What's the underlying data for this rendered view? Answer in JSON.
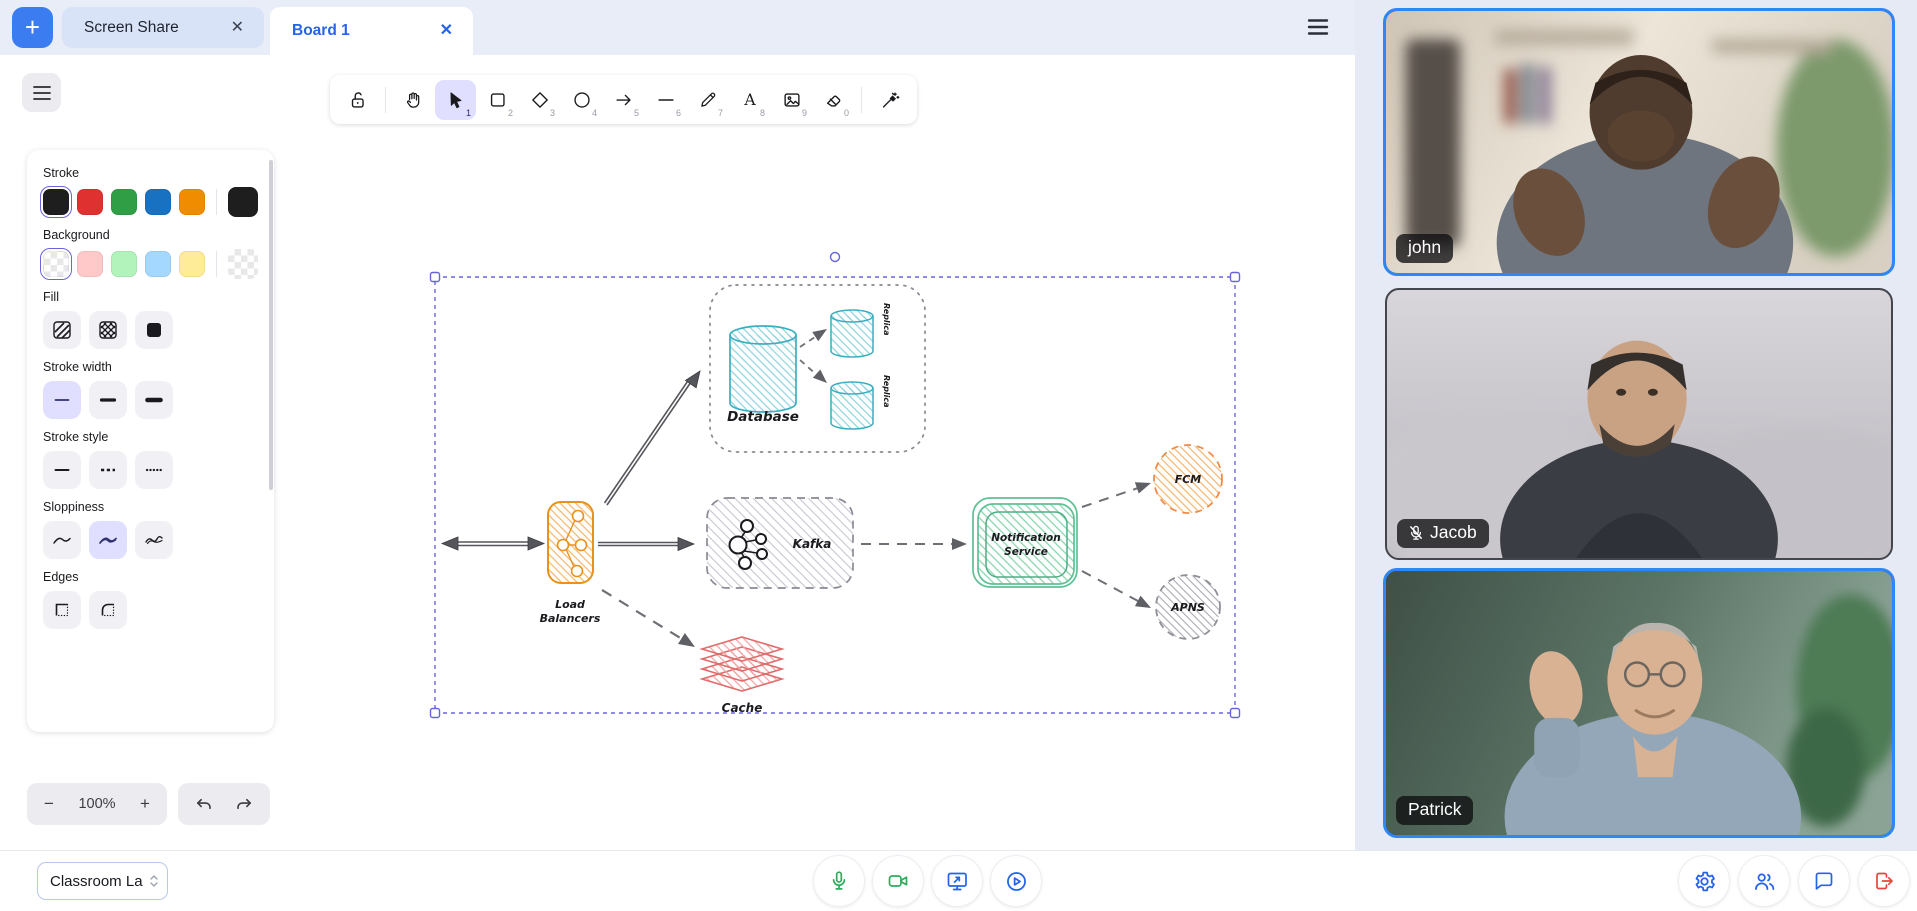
{
  "tab_bar": {
    "add_label": "+",
    "tabs": [
      {
        "label": "Screen Share",
        "close": "✕",
        "active": false
      },
      {
        "label": "Board 1",
        "close": "✕",
        "active": true
      }
    ]
  },
  "toolbar": {
    "tools": [
      {
        "id": "lock",
        "shortcut": ""
      },
      {
        "id": "hand",
        "shortcut": ""
      },
      {
        "id": "selection",
        "shortcut": "1",
        "active": true
      },
      {
        "id": "rectangle",
        "shortcut": "2"
      },
      {
        "id": "diamond",
        "shortcut": "3"
      },
      {
        "id": "ellipse",
        "shortcut": "4"
      },
      {
        "id": "arrow",
        "shortcut": "5"
      },
      {
        "id": "line",
        "shortcut": "6"
      },
      {
        "id": "draw",
        "shortcut": "7"
      },
      {
        "id": "text",
        "shortcut": "8"
      },
      {
        "id": "image",
        "shortcut": "9"
      },
      {
        "id": "eraser",
        "shortcut": "0"
      },
      {
        "id": "magic-wand",
        "shortcut": ""
      }
    ]
  },
  "side_panel": {
    "stroke": {
      "label": "Stroke",
      "colors": [
        "#1e1e1e",
        "#e03131",
        "#2f9e44",
        "#1971c2",
        "#f08c00"
      ],
      "current": "#1e1e1e"
    },
    "background": {
      "label": "Background",
      "colors": [
        "transparent",
        "#ffc9c9",
        "#b2f2bb",
        "#a5d8ff",
        "#ffec99"
      ],
      "current": "transparent"
    },
    "fill": {
      "label": "Fill",
      "options": [
        "hachure",
        "cross-hatch",
        "solid"
      ]
    },
    "stroke_width": {
      "label": "Stroke width",
      "options": [
        "thin",
        "bold",
        "extra-bold"
      ],
      "selected": "thin"
    },
    "stroke_style": {
      "label": "Stroke style",
      "options": [
        "solid",
        "dashed",
        "dotted"
      ]
    },
    "sloppiness": {
      "label": "Sloppiness",
      "options": [
        "architect",
        "artist",
        "cartoonist"
      ],
      "selected": "artist"
    },
    "edges": {
      "label": "Edges",
      "options": [
        "sharp",
        "round"
      ]
    }
  },
  "zoom_controls": {
    "zoom_out": "−",
    "value": "100%",
    "zoom_in": "+"
  },
  "bottom_bar": {
    "room_name": "Classroom La"
  },
  "diagram_labels": {
    "database": "Database",
    "replica_top": "Replica",
    "replica_bottom": "Replica",
    "load_balancers": [
      "Load",
      "Balancers"
    ],
    "kafka": "Kafka",
    "notification": [
      "Notification",
      "Service"
    ],
    "fcm": "FCM",
    "apns": "APNS",
    "cache": "Cache"
  },
  "participants": [
    {
      "name": "john",
      "muted": false,
      "highlighted": true
    },
    {
      "name": "Jacob",
      "muted": true,
      "highlighted": false
    },
    {
      "name": "Patrick",
      "muted": false,
      "highlighted": true
    }
  ],
  "colors": {
    "accent_blue": "#2e86f7",
    "selection_purple": "#6965db",
    "active_tool_bg": "#e0dfff",
    "green_control": "#2eab5c",
    "blue_control": "#2563eb",
    "leave_red": "#e8453c"
  }
}
